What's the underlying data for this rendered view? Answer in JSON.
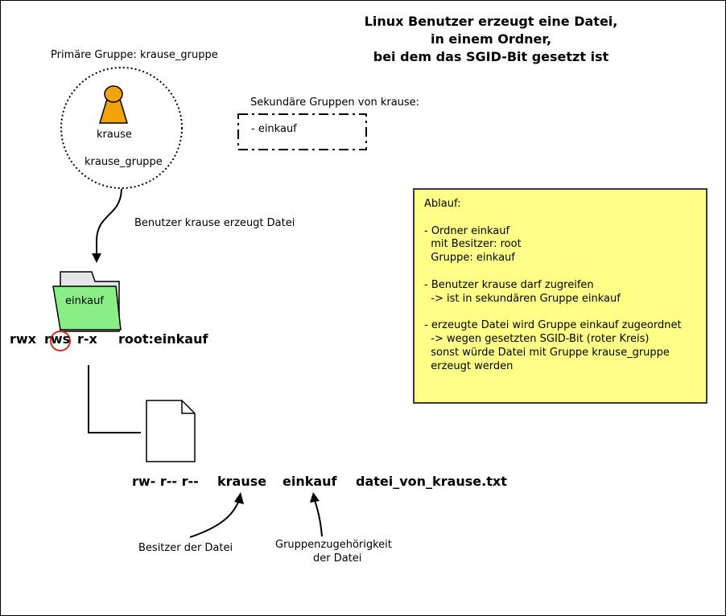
{
  "title": {
    "line1": "Linux Benutzer erzeugt eine Datei,",
    "line2": "in einem Ordner,",
    "line3": "bei dem das SGID-Bit gesetzt ist"
  },
  "user": {
    "primary_group_label": "Primäre Gruppe: krause_gruppe",
    "name": "krause",
    "group": "krause_gruppe"
  },
  "secondary_groups": {
    "label": "Sekundäre Gruppen von krause:",
    "items": [
      "- einkauf"
    ]
  },
  "arrow_label": "Benutzer krause erzeugt Datei",
  "folder": {
    "name": "einkauf",
    "perm_user": "rwx",
    "perm_group": "rws",
    "perm_other": "r-x",
    "owner": "root:einkauf"
  },
  "file": {
    "perms": "rw- r-- r--",
    "owner": "krause",
    "group": "einkauf",
    "filename": "datei_von_krause.txt"
  },
  "annotations": {
    "owner_label": "Besitzer der Datei",
    "group_label_line1": "Gruppenzugehörigkeit",
    "group_label_line2": "der Datei"
  },
  "sequence": {
    "text": "Ablauf:\n\n- Ordner einkauf\n  mit Besitzer: root\n  Gruppe: einkauf\n\n- Benutzer krause darf zugreifen\n  -> ist in sekundären Gruppe einkauf\n\n- erzeugte Datei wird Gruppe einkauf zugeordnet\n  -> wegen gesetzten SGID-Bit (roter Kreis)\n  sonst würde Datei mit Gruppe krause_gruppe\n  erzeugt werden"
  },
  "colors": {
    "user_icon": "#f0a30a",
    "folder_green": "#89ee86",
    "note_yellow": "#ffff88",
    "sgid_circle": "#e51400"
  }
}
